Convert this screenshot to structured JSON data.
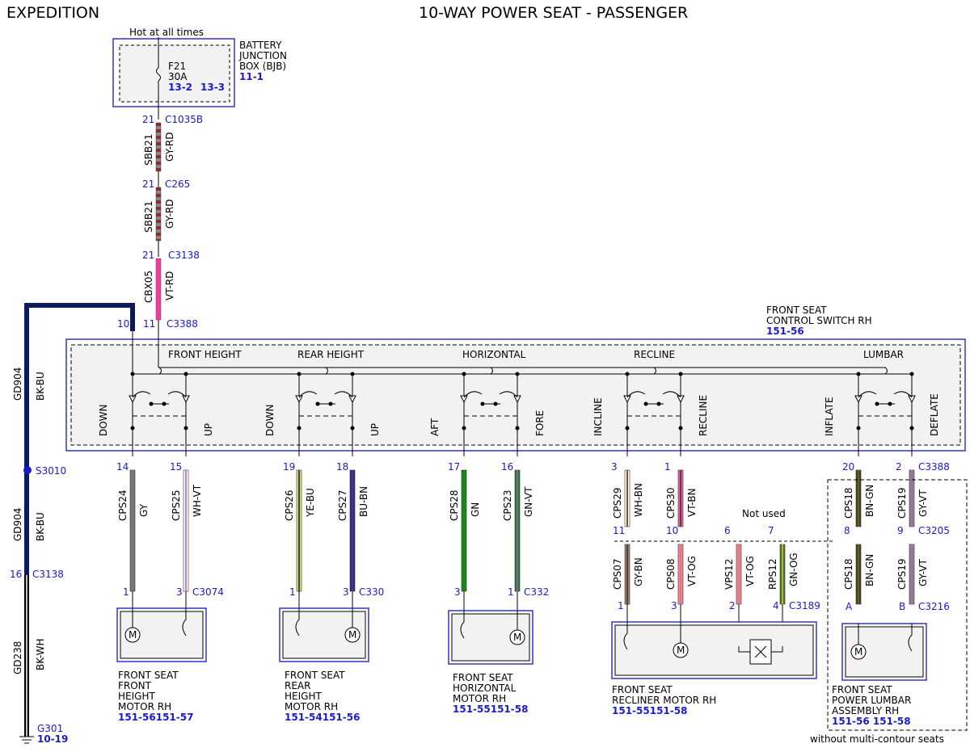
{
  "header": {
    "left": "EXPEDITION",
    "title": "10-WAY POWER SEAT - PASSENGER"
  },
  "bjb": {
    "hot": "Hot at all times",
    "fuse": "F21",
    "amps": "30A",
    "ref1": "13-2",
    "ref2": "13-3",
    "name": [
      "BATTERY",
      "JUNCTION",
      "BOX (BJB)"
    ],
    "page": "11-1"
  },
  "feed": [
    {
      "pin": "21",
      "conn": "C1035B",
      "circuit": "SBB21",
      "color": "GY-RD"
    },
    {
      "pin": "21",
      "conn": "C265",
      "circuit": "SBB21",
      "color": "GY-RD"
    },
    {
      "pin": "21",
      "conn": "C3138",
      "circuit": "CBX05",
      "color": "VT-RD"
    }
  ],
  "ground_feed": {
    "pin": "10",
    "circuit": "GD904",
    "color": "BK-BU"
  },
  "c3388_top": {
    "pin": "11",
    "conn": "C3388"
  },
  "switch": {
    "name": [
      "FRONT SEAT",
      "CONTROL SWITCH RH"
    ],
    "page": "151-56",
    "sections": [
      "FRONT HEIGHT",
      "REAR HEIGHT",
      "HORIZONTAL",
      "RECLINE",
      "LUMBAR"
    ],
    "dirs": [
      "DOWN",
      "UP",
      "DOWN",
      "UP",
      "AFT",
      "FORE",
      "INCLINE",
      "RECLINE",
      "INFLATE",
      "DEFLATE"
    ]
  },
  "splice": {
    "name": "S3010",
    "circuit": "GD904",
    "color": "BK-BU"
  },
  "left_c3138": {
    "pin": "16",
    "conn": "C3138"
  },
  "ground": {
    "circuit": "GD238",
    "color": "BK-WH",
    "name": "G301",
    "page": "10-19"
  },
  "outputs": [
    {
      "pin": "14",
      "circuit": "CPS24",
      "color": "GY",
      "mpin": "1"
    },
    {
      "pin": "15",
      "circuit": "CPS25",
      "color": "WH-VT",
      "mpin": "3",
      "mconn": "C3074"
    },
    {
      "pin": "19",
      "circuit": "CPS26",
      "color": "YE-BU",
      "mpin": "1"
    },
    {
      "pin": "18",
      "circuit": "CPS27",
      "color": "BU-BN",
      "mpin": "3",
      "mconn": "C330"
    },
    {
      "pin": "17",
      "circuit": "CPS28",
      "color": "GN",
      "mpin": "3"
    },
    {
      "pin": "16",
      "circuit": "CPS23",
      "color": "GN-VT",
      "mpin": "1",
      "mconn": "C332"
    },
    {
      "pin": "3",
      "circuit": "CPS29",
      "color": "WH-BN"
    },
    {
      "pin": "1",
      "circuit": "CPS30",
      "color": "VT-BN"
    },
    {
      "pin": "20",
      "circuit": "CPS18",
      "color": "BN-GN"
    },
    {
      "pin": "2",
      "circuit": "CPS19",
      "color": "GY-VT",
      "conn": "C3388"
    }
  ],
  "recliner_wires": [
    {
      "pin": "11",
      "circuit": "CPS07",
      "color": "GY-BN",
      "mpin": "1"
    },
    {
      "pin": "10",
      "circuit": "CPS08",
      "color": "VT-OG",
      "mpin": "3"
    },
    {
      "pin": "6",
      "circuit": "VPS12",
      "color": "VT-OG",
      "mpin": "2"
    },
    {
      "pin": "7",
      "circuit": "RPS12",
      "color": "GN-OG",
      "mpin": "4",
      "mconn": "C3189"
    }
  ],
  "not_used": "Not used",
  "lumbar_wires": [
    {
      "pin": "8",
      "circuit": "CPS18",
      "color": "BN-GN",
      "mpin": "A"
    },
    {
      "pin": "9",
      "circuit": "CPS19",
      "color": "GY-VT",
      "conn": "C3205",
      "mpin": "B",
      "mconn": "C3216"
    }
  ],
  "components": [
    {
      "name": [
        "FRONT SEAT",
        "FRONT",
        "HEIGHT",
        "MOTOR RH"
      ],
      "refs": "151-56151-57"
    },
    {
      "name": [
        "FRONT SEAT",
        "REAR",
        "HEIGHT",
        "MOTOR RH"
      ],
      "refs": "151-54151-56"
    },
    {
      "name": [
        "FRONT SEAT",
        "HORIZONTAL",
        "MOTOR RH"
      ],
      "refs": "151-55151-58"
    },
    {
      "name": [
        "FRONT SEAT",
        "RECLINER MOTOR RH"
      ],
      "refs": "151-55151-58"
    },
    {
      "name": [
        "FRONT SEAT",
        "POWER LUMBAR",
        "ASSEMBLY RH"
      ],
      "refs": "151-56 151-58"
    }
  ],
  "motor_letter": "M",
  "option_note": "without multi-contour seats"
}
